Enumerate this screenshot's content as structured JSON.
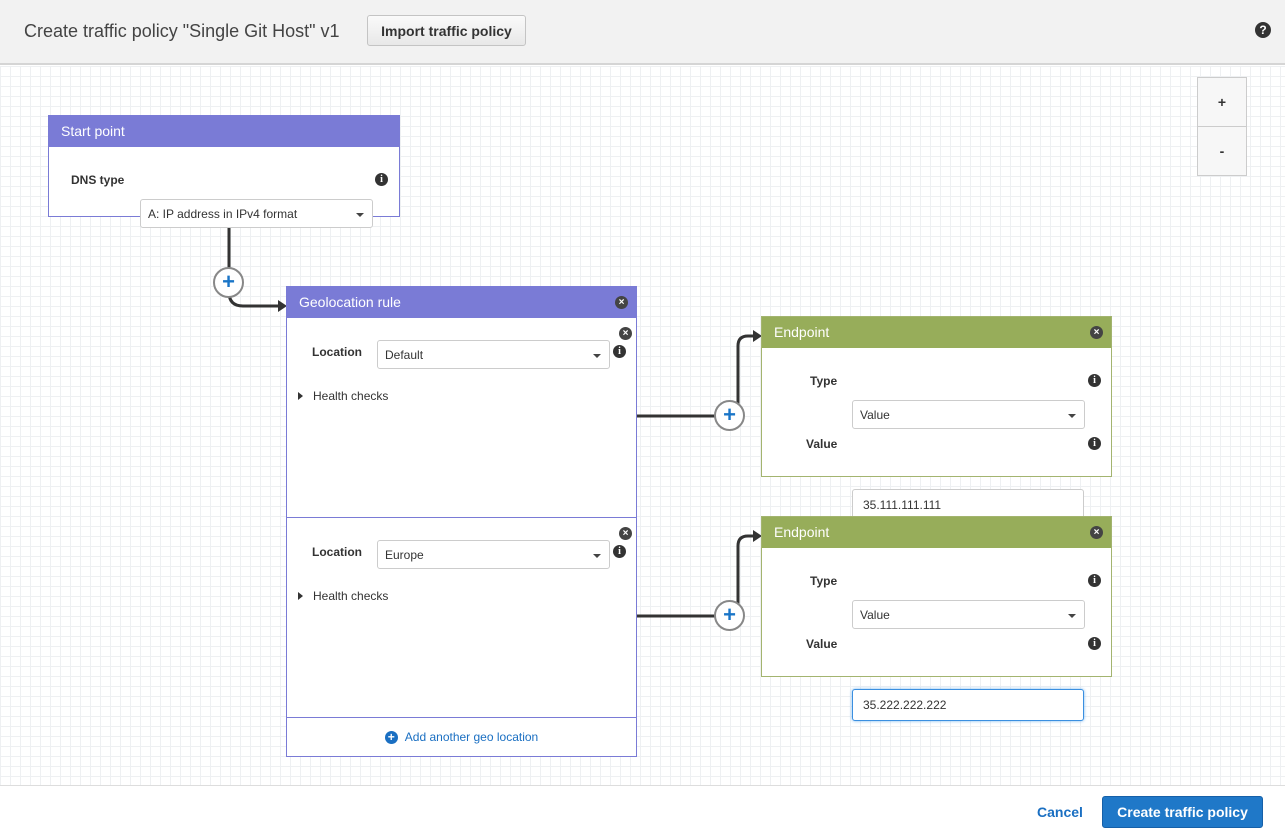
{
  "header": {
    "title": "Create traffic policy \"Single Git Host\" v1",
    "import_label": "Import traffic policy",
    "help_icon": "question-circle-icon"
  },
  "zoom": {
    "in_label": "+",
    "out_label": "-"
  },
  "start_point": {
    "title": "Start point",
    "dns_type_label": "DNS type",
    "dns_type_value": "A: IP address in IPv4 format"
  },
  "geo_rule": {
    "title": "Geolocation rule",
    "location_label": "Location",
    "health_checks_label": "Health checks",
    "rules": [
      {
        "location": "Default"
      },
      {
        "location": "Europe"
      }
    ],
    "add_label": "Add another geo location"
  },
  "endpoints": [
    {
      "title": "Endpoint",
      "type_label": "Type",
      "type_value": "Value",
      "value_label": "Value",
      "value": "35.111.111.111"
    },
    {
      "title": "Endpoint",
      "type_label": "Type",
      "type_value": "Value",
      "value_label": "Value",
      "value": "35.222.222.222"
    }
  ],
  "footer": {
    "cancel_label": "Cancel",
    "create_label": "Create traffic policy"
  },
  "colors": {
    "rule_header": "#7a7bd6",
    "endpoint_header": "#97ad5a",
    "primary": "#1f78c8"
  }
}
